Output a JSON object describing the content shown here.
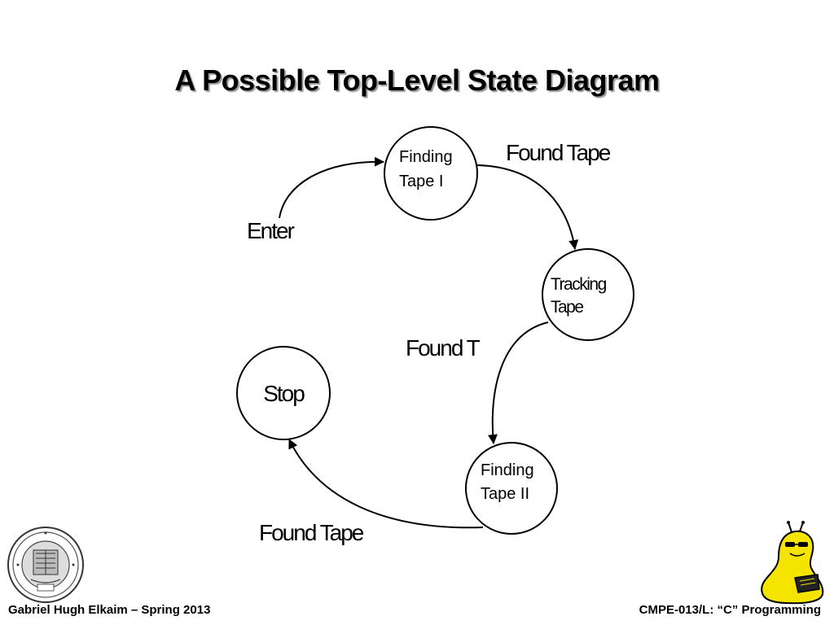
{
  "slide": {
    "title": "A Possible Top-Level State Diagram"
  },
  "diagram": {
    "states": {
      "finding_tape_1": [
        "Finding",
        "Tape I"
      ],
      "tracking_tape": [
        "Tracking",
        "Tape"
      ],
      "finding_tape_2": [
        "Finding",
        "Tape II"
      ],
      "stop": "Stop"
    },
    "transitions": {
      "enter": "Enter",
      "found_tape_1": "Found Tape",
      "found_t": "Found T",
      "found_tape_2": "Found Tape"
    }
  },
  "footer": {
    "author": "Gabriel Hugh Elkaim – Spring 2013",
    "course": "CMPE-013/L: “C” Programming"
  },
  "logos": {
    "left": "university-of-california-seal",
    "right": "banana-slug-mascot"
  },
  "colors": {
    "title_shadow": "#9a9a9a",
    "mascot_yellow": "#f5e400"
  }
}
